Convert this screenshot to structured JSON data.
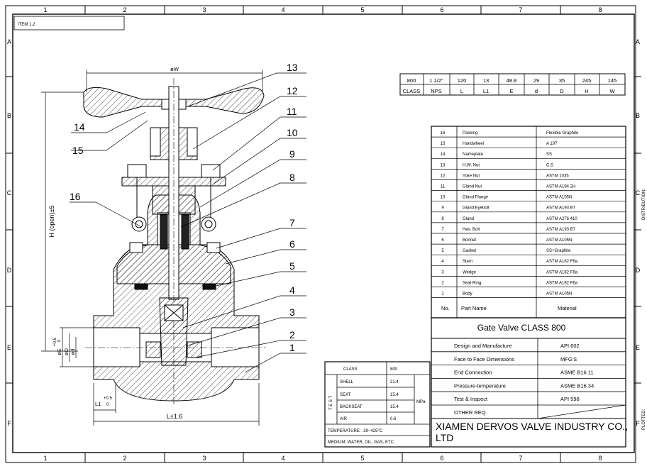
{
  "frame": {
    "columns": [
      "1",
      "2",
      "3",
      "4",
      "5",
      "6",
      "7",
      "8"
    ],
    "rows": [
      "A",
      "B",
      "C",
      "D",
      "E",
      "F"
    ],
    "item_label": "ITEM 1,2",
    "right_side_1": "DISTRIBUTION:",
    "right_side_2": "PLOTTED:"
  },
  "dims": {
    "w": "øW",
    "h": "H (open)±5",
    "e": "øE",
    "e_tol_top": "+0.5",
    "e_tol_bot": "0",
    "d_cap": "øD",
    "d_small": "ød",
    "l1": "L1",
    "l1_tol_top": "+0.5",
    "l1_tol_bot": "0",
    "l": "L±1.6"
  },
  "balloons": [
    "13",
    "12",
    "11",
    "10",
    "9",
    "8",
    "7",
    "6",
    "5",
    "4",
    "3",
    "2",
    "1",
    "14",
    "15",
    "16"
  ],
  "dim_table": {
    "values": [
      "800",
      "1.1/2\"",
      "120",
      "13",
      "48.8",
      "29",
      "35",
      "245",
      "145"
    ],
    "labels": [
      "CLASS",
      "NPS",
      "L",
      "L1",
      "E",
      "d",
      "D",
      "H",
      "W"
    ]
  },
  "parts": [
    {
      "no": "16",
      "name": "Packing",
      "material": "Flexible Graphite"
    },
    {
      "no": "15",
      "name": "Handwheel",
      "material": "A 197"
    },
    {
      "no": "14",
      "name": "Nameplate",
      "material": "SS"
    },
    {
      "no": "13",
      "name": "H.W. Nut",
      "material": "C.S"
    },
    {
      "no": "12",
      "name": "Yoke Nut",
      "material": "ASTM 1035"
    },
    {
      "no": "11",
      "name": "Gland Nut",
      "material": "ASTM A194 2H"
    },
    {
      "no": "10",
      "name": "Gland Flange",
      "material": "ASTM A105N"
    },
    {
      "no": "9",
      "name": "Gland Eyebolt",
      "material": "ASTM A193 B7"
    },
    {
      "no": "8",
      "name": "Gland",
      "material": "ASTM A276 410"
    },
    {
      "no": "7",
      "name": "Hex. Bolt",
      "material": "ASTM A193 B7"
    },
    {
      "no": "6",
      "name": "Bonnet",
      "material": "ASTM A105N"
    },
    {
      "no": "5",
      "name": "Gasket",
      "material": "SS+Graphite"
    },
    {
      "no": "4",
      "name": "Stem",
      "material": "ASTM A182 F6a"
    },
    {
      "no": "3",
      "name": "Wedge",
      "material": "ASTM A182 F6a"
    },
    {
      "no": "2",
      "name": "Seat Ring",
      "material": "ASTM A182 F6a"
    },
    {
      "no": "1",
      "name": "Body",
      "material": "ASTM A105N"
    }
  ],
  "parts_header": {
    "no": "No.",
    "name": "Part Name",
    "material": "Material"
  },
  "title": "Gate Valve   CLASS 800",
  "specs": [
    {
      "label": "Design and Manufacture",
      "value": "API 602"
    },
    {
      "label": "Face to Face Dimensions",
      "value": "MFG'S"
    },
    {
      "label": "End Connection",
      "value": "ASME B16.11"
    },
    {
      "label": "Pressure-temperature",
      "value": "ASME B16.34"
    },
    {
      "label": "Test & Inspect",
      "value": "API 598"
    },
    {
      "label": "OTHER REQ.",
      "value": ""
    }
  ],
  "company_line1": "XIAMEN DERVOS VALVE INDUSTRY CO.,",
  "company_line2": "LTD",
  "test_table": {
    "class_label": "CLASS",
    "class_value": "800",
    "side_label": "T E S T",
    "unit": "MPa",
    "rows": [
      {
        "label": "SHELL",
        "value": "21.4"
      },
      {
        "label": "SEAT",
        "value": "15.4"
      },
      {
        "label": "BACKSEAT",
        "value": "15.4"
      },
      {
        "label": "AIR",
        "value": "0.6"
      }
    ],
    "temperature": "TEMPERATURE: -29~425°C",
    "medium": "MEDIUM: WATER, OIL, GAS, ETC."
  }
}
